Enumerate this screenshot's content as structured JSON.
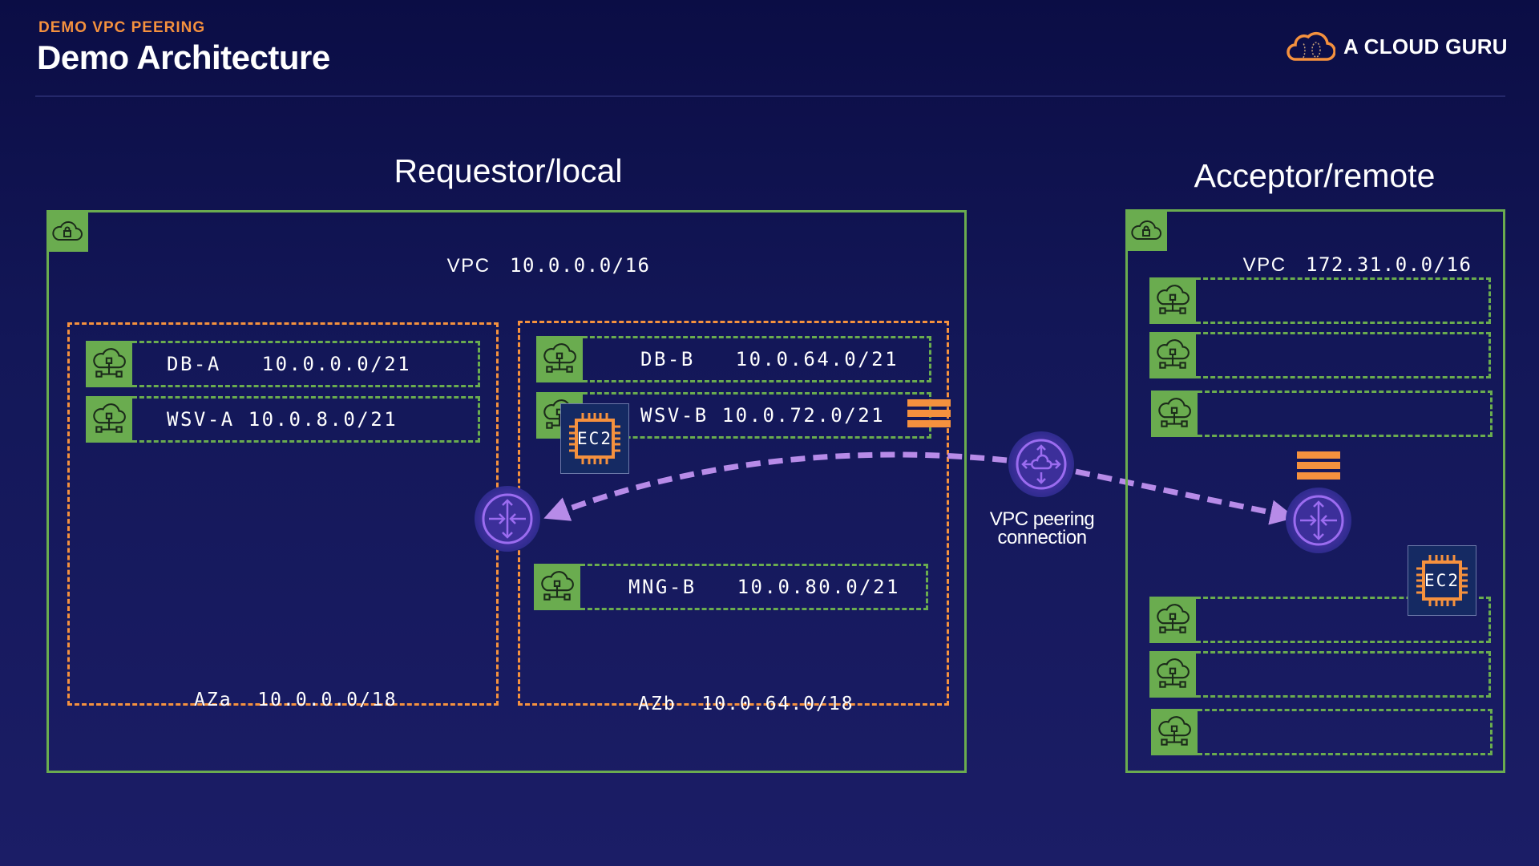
{
  "header": {
    "eyebrow": "DEMO VPC PEERING",
    "title": "Demo Architecture",
    "logo_text": "A CLOUD GURU",
    "logo_icon": "cloud-logo-icon"
  },
  "colors": {
    "background": "#131758",
    "accent_orange": "#f5913e",
    "vpc_green": "#6aac4f",
    "peering_purple": "#b78be8",
    "router_purple": "#9b6cf0"
  },
  "requestor": {
    "section_title": "Requestor/local",
    "vpc_label": "VPC",
    "vpc_cidr": "10.0.0.0/16",
    "azs": [
      {
        "label": "AZa",
        "cidr": "10.0.0.0/18",
        "subnets": [
          {
            "name": "DB-A",
            "cidr": "10.0.0.0/21"
          },
          {
            "name": "WSV-A",
            "cidr": "10.0.8.0/21"
          }
        ]
      },
      {
        "label": "AZb",
        "cidr": "10.0.64.0/18",
        "subnets": [
          {
            "name": "DB-B",
            "cidr": "10.0.64.0/21"
          },
          {
            "name": "WSV-B",
            "cidr": "10.0.72.0/21"
          },
          {
            "name": "MNG-B",
            "cidr": "10.0.80.0/21"
          }
        ]
      }
    ],
    "ec2_label": "EC2"
  },
  "peering": {
    "label_line1": "VPC peering",
    "label_line2": "connection"
  },
  "acceptor": {
    "section_title": "Acceptor/remote",
    "vpc_label": "VPC",
    "vpc_cidr": "172.31.0.0/16",
    "subnet_count": 6,
    "ec2_label": "EC2"
  }
}
